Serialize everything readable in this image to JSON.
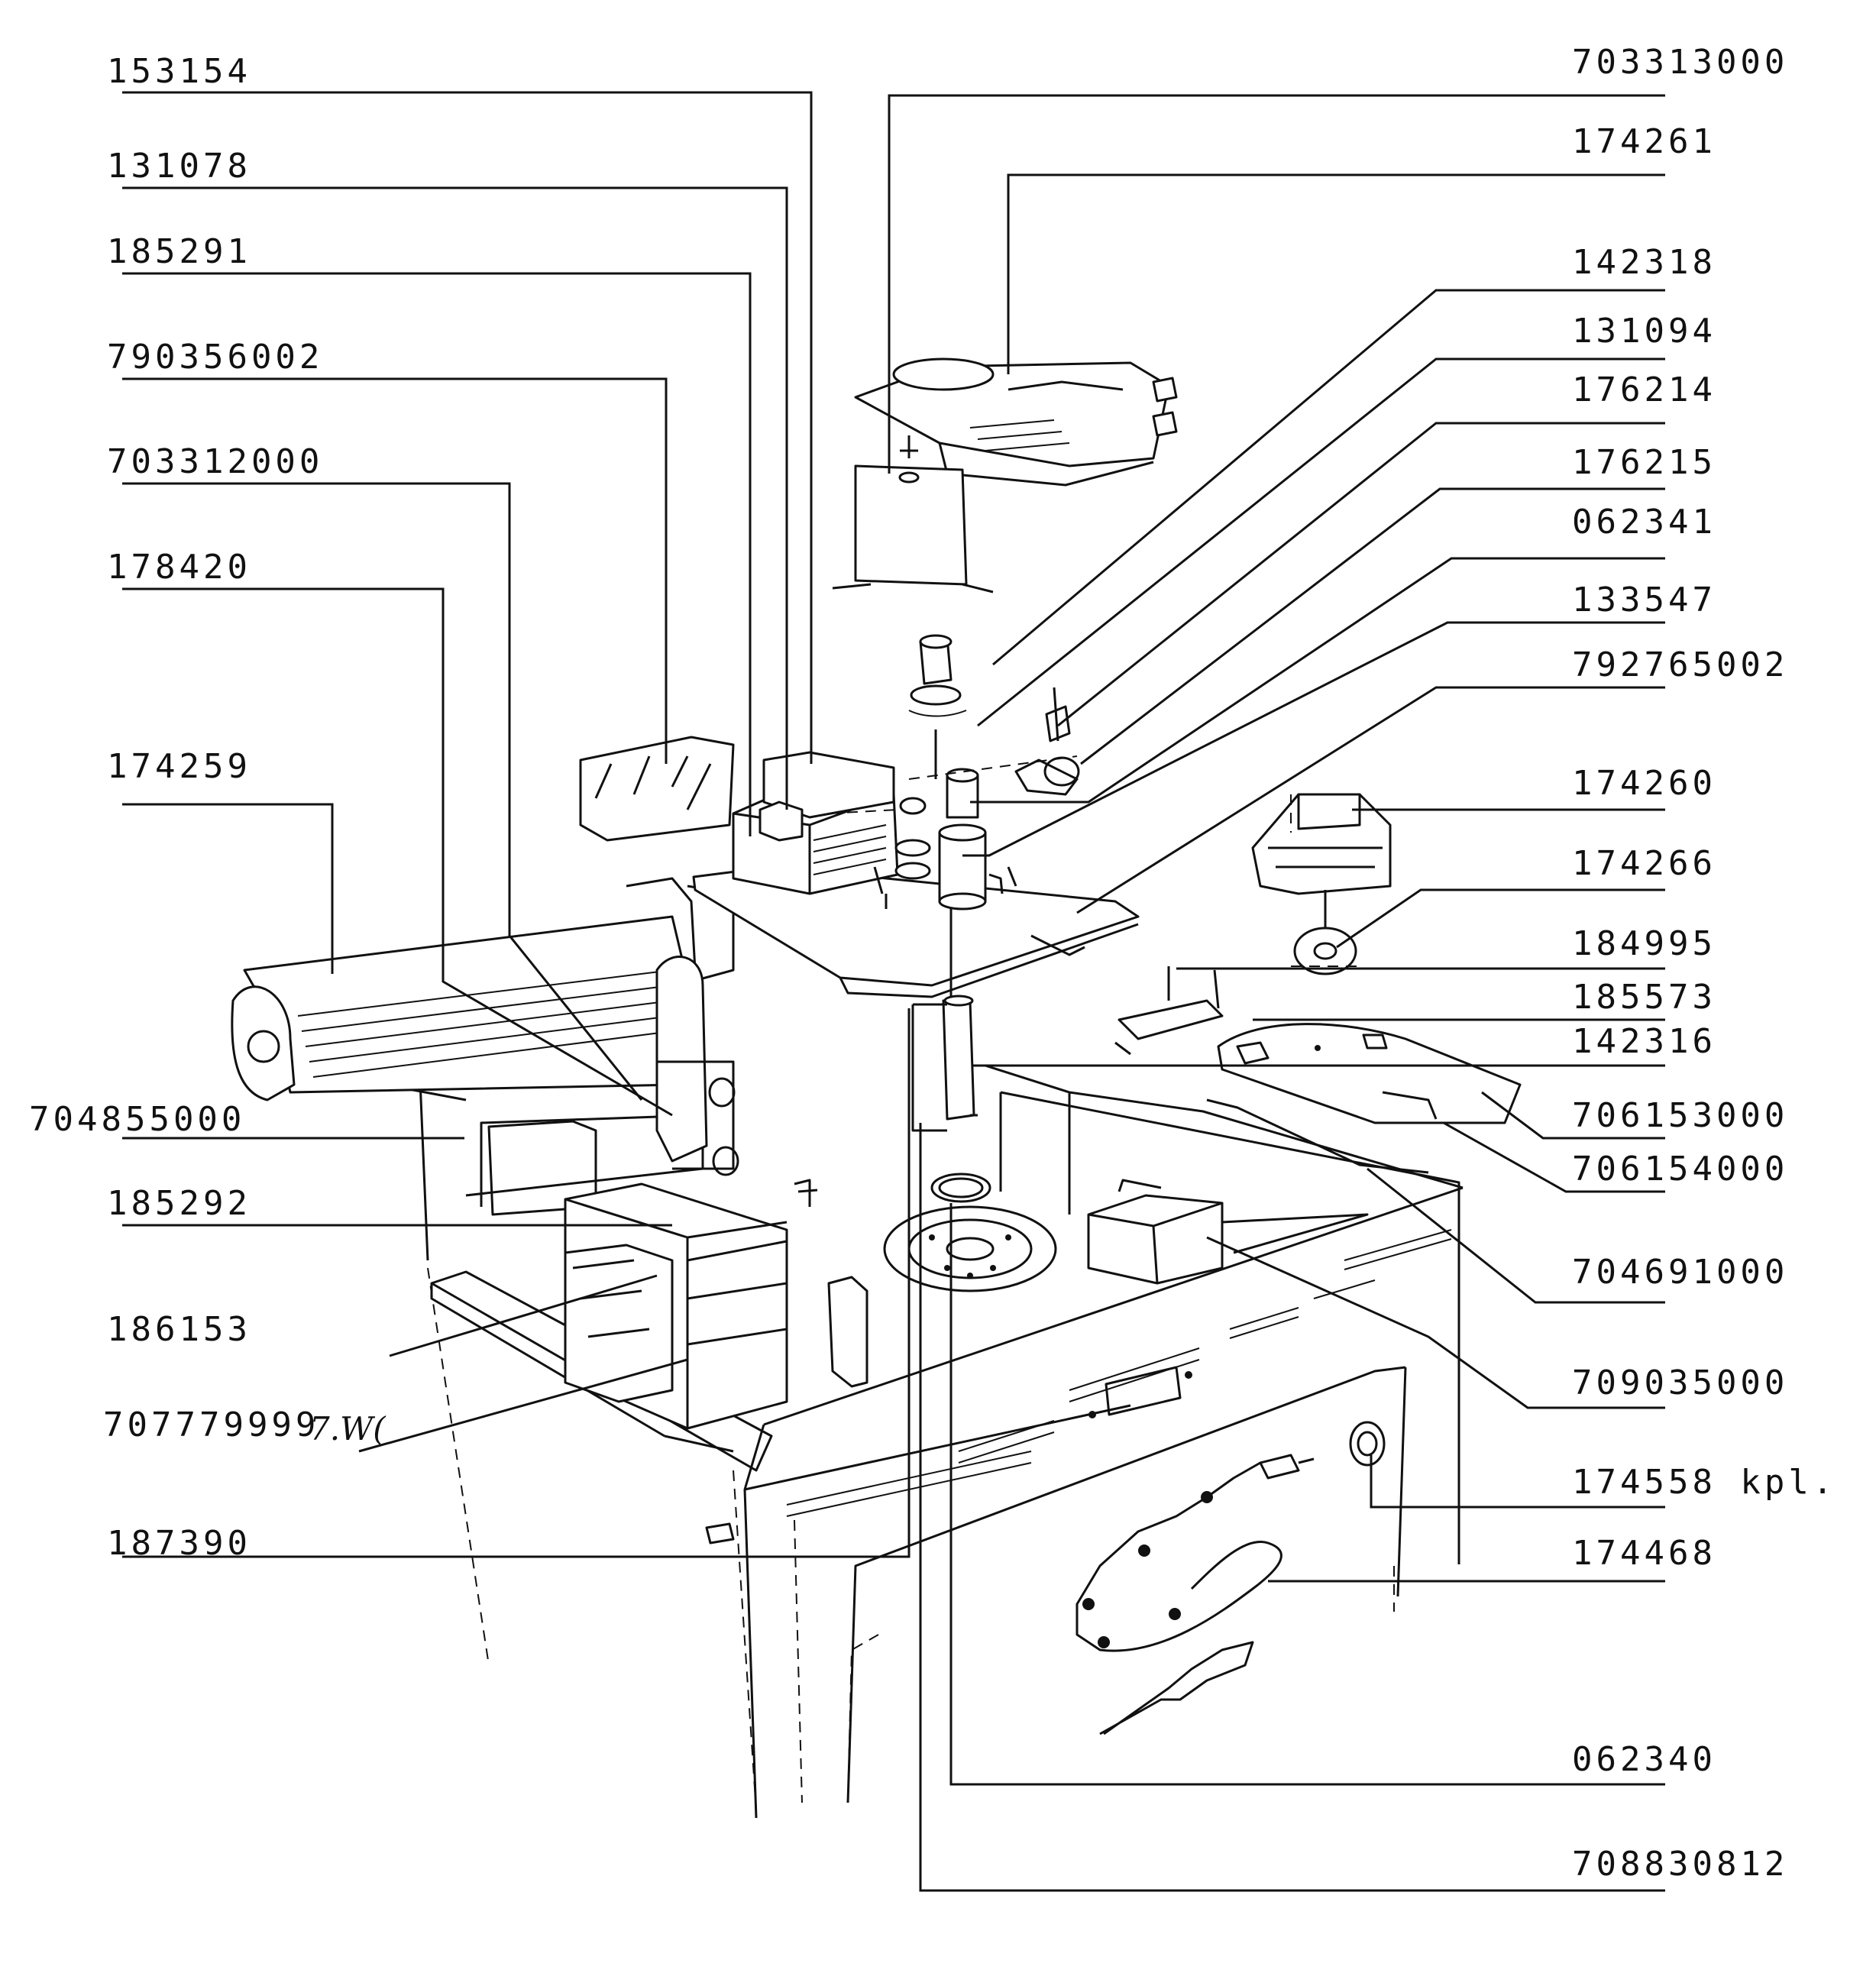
{
  "labels_left": [
    "153154",
    "131078",
    "185291",
    "790356002",
    "703312000",
    "178420",
    "174259",
    "704855000",
    "185292",
    "186153",
    "707779999",
    "187390"
  ],
  "handwritten_note": "7.W(",
  "labels_right": [
    "703313000",
    "174261",
    "142318",
    "131094",
    "176214",
    "176215",
    "062341",
    "133547",
    "792765002",
    "174260",
    "174266",
    "184995",
    "185573",
    "142316",
    "706153000",
    "706154000",
    "704691000",
    "709035000",
    "174558 kpl.",
    "174468",
    "062340",
    "708830812"
  ]
}
